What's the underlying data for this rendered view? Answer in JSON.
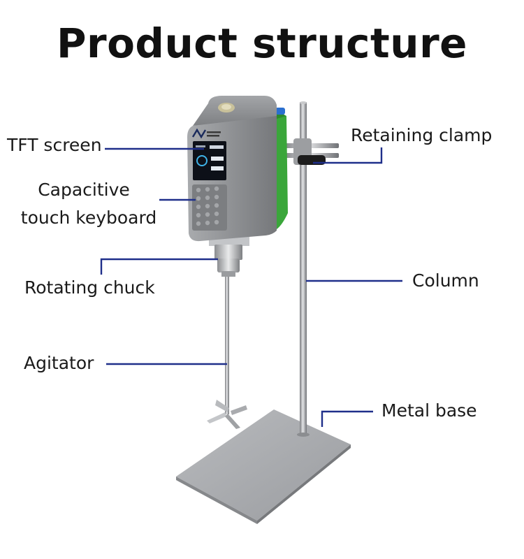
{
  "title": "Product structure",
  "labels": {
    "tft_screen": "TFT screen",
    "capacitive_line1": "Capacitive",
    "capacitive_line2": "touch keyboard",
    "rotating_chuck": "Rotating chuck",
    "agitator": "Agitator",
    "retaining_clamp": "Retaining clamp",
    "column": "Column",
    "metal_base": "Metal base"
  },
  "colors": {
    "leader_line": "#1f2f8a",
    "accent_green": "#3aa63a",
    "body_gray": "#8c8e91"
  }
}
